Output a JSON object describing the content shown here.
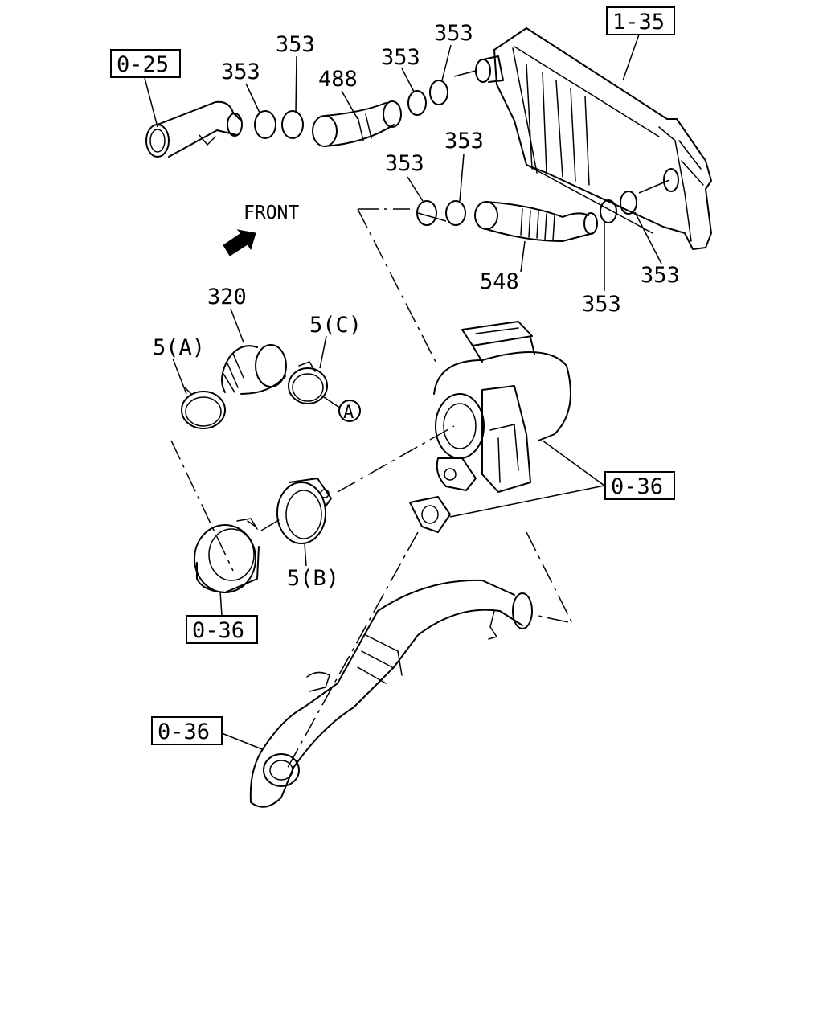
{
  "refs": {
    "r_0_25": "0-25",
    "r_1_35": "1-35",
    "r_0_36_turbo": "0-36",
    "r_0_36_elbow": "0-36",
    "r_0_36_pipe": "0-36"
  },
  "callouts": {
    "c353_1": "353",
    "c353_2": "353",
    "c353_3": "353",
    "c353_4": "353",
    "c353_5": "353",
    "c353_6": "353",
    "c353_7": "353",
    "c353_8": "353",
    "c488": "488",
    "c548": "548",
    "c320": "320",
    "c5a": "5(A)",
    "c5b": "5(B)",
    "c5c": "5(C)",
    "circle_a": "A"
  },
  "front_label": "FRONT"
}
